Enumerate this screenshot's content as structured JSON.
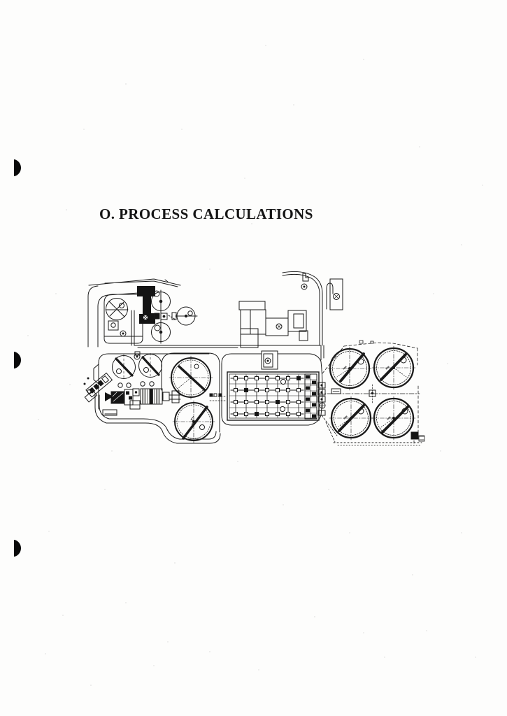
{
  "page": {
    "title": "O. PROCESS CALCULATIONS"
  },
  "figure": {
    "alt": "Scanned site plan drawing of a wastewater treatment plant showing circular clarifier tanks, a rectangular aeration basin grid, buildings, roads and dashed fence lines"
  },
  "scan_artifacts": {
    "punch_hole_count": 3,
    "ink_color": "#1a1a1a",
    "paper_color": "#fdfdfc"
  }
}
